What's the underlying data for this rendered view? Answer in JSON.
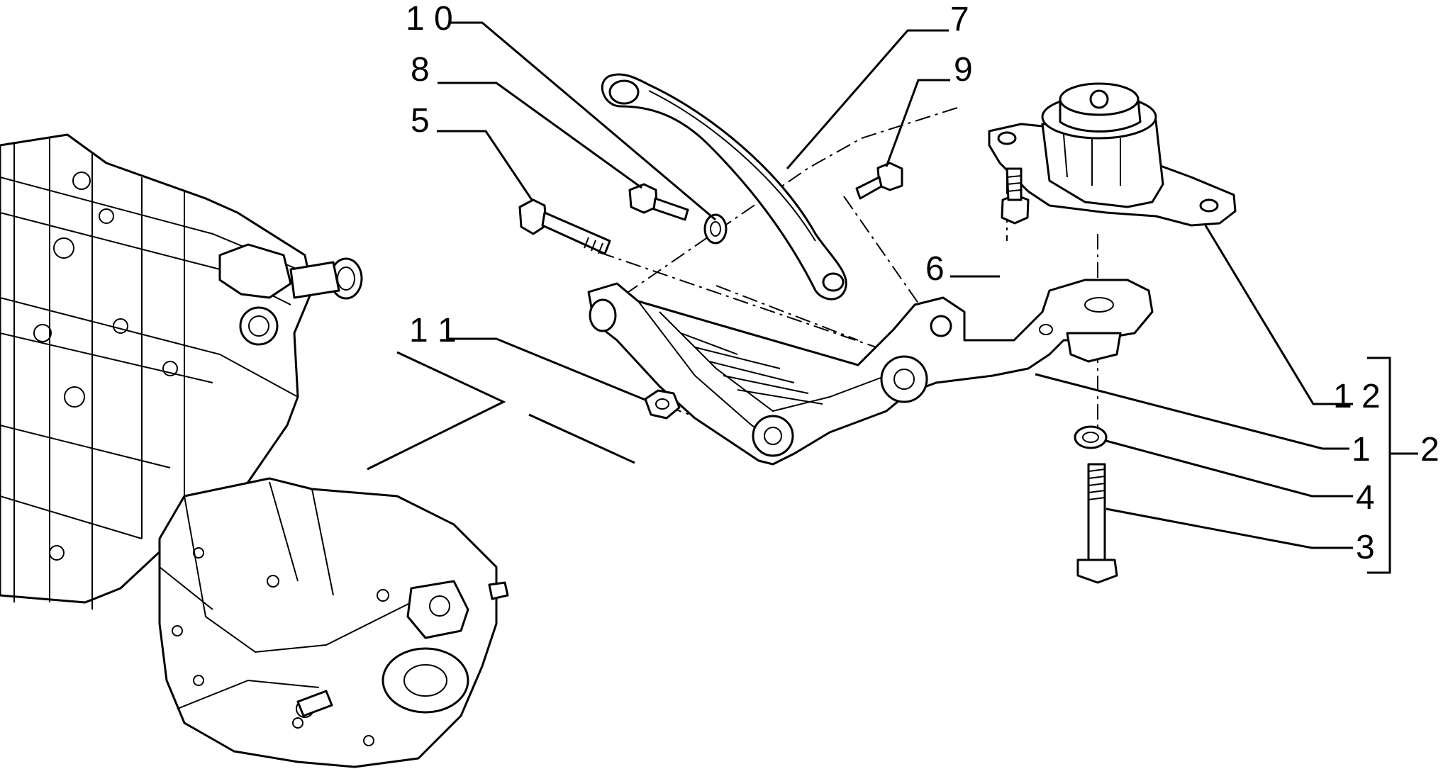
{
  "callouts": {
    "c10": "1 0",
    "c7": "7",
    "c8": "8",
    "c9": "9",
    "c5": "5",
    "c6": "6",
    "c11": "1 1",
    "c12": "1 2",
    "c1": "1",
    "c2": "2",
    "c4": "4",
    "c3": "3"
  }
}
